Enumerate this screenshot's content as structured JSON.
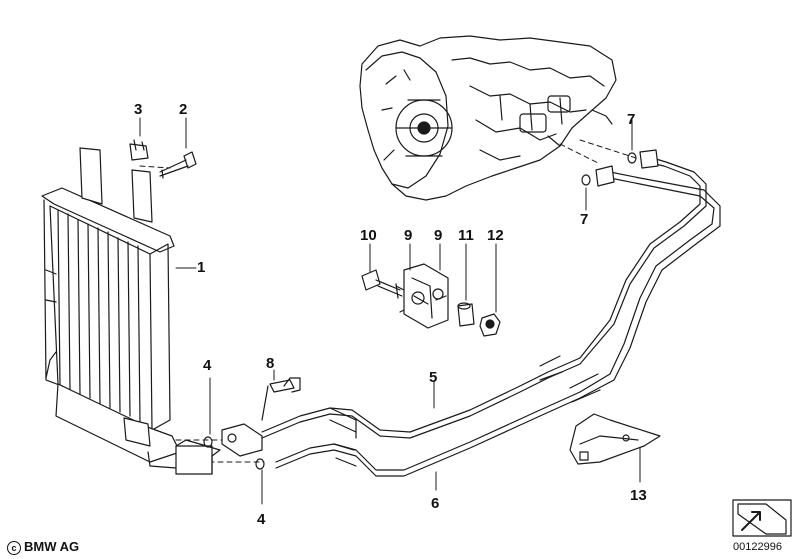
{
  "callouts": {
    "c1": "1",
    "c2": "2",
    "c3": "3",
    "c4a": "4",
    "c4b": "4",
    "c5": "5",
    "c6": "6",
    "c7a": "7",
    "c7b": "7",
    "c8": "8",
    "c9a": "9",
    "c9b": "9",
    "c10": "10",
    "c11": "11",
    "c12": "12",
    "c13": "13"
  },
  "footer": {
    "copyright_symbol": "c",
    "brand": "BMW AG",
    "diagram_number": "00122996"
  },
  "colors": {
    "line": "#1a1a1a",
    "background": "#ffffff"
  }
}
